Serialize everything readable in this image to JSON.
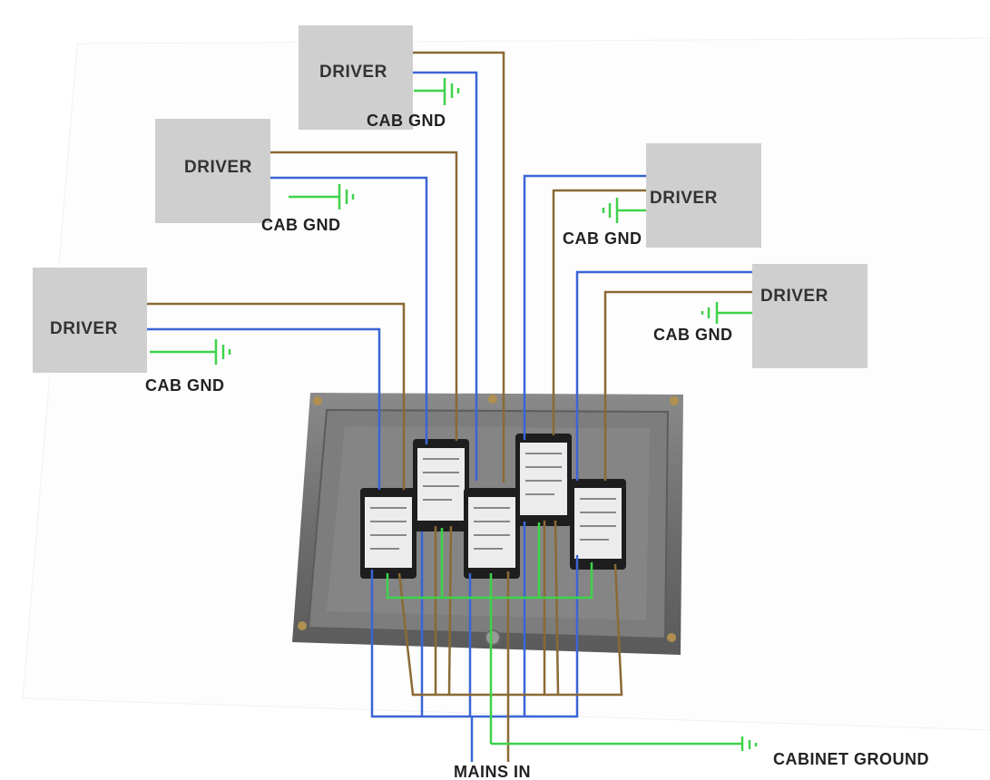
{
  "colors": {
    "background": "#ffffff",
    "driver_box": "#cfcfcf",
    "live_wire": "#8a6a35",
    "neutral_wire": "#3b64d6",
    "ground_wire": "#3ed24a",
    "enclosure": "#707070",
    "filter_body": "#ececec"
  },
  "drivers": [
    {
      "label": "DRIVER",
      "ground_label": "CAB GND"
    },
    {
      "label": "DRIVER",
      "ground_label": "CAB GND"
    },
    {
      "label": "DRIVER",
      "ground_label": "CAB GND"
    },
    {
      "label": "DRIVER",
      "ground_label": "CAB GND"
    },
    {
      "label": "DRIVER",
      "ground_label": "CAB GND"
    }
  ],
  "mains_label": "MAINS IN",
  "cabinet_ground_label": "CABINET GROUND",
  "filter_count": 5,
  "icons": [
    "ground-symbol-icon",
    "mounting-screw-icon",
    "emi-filter-icon"
  ]
}
